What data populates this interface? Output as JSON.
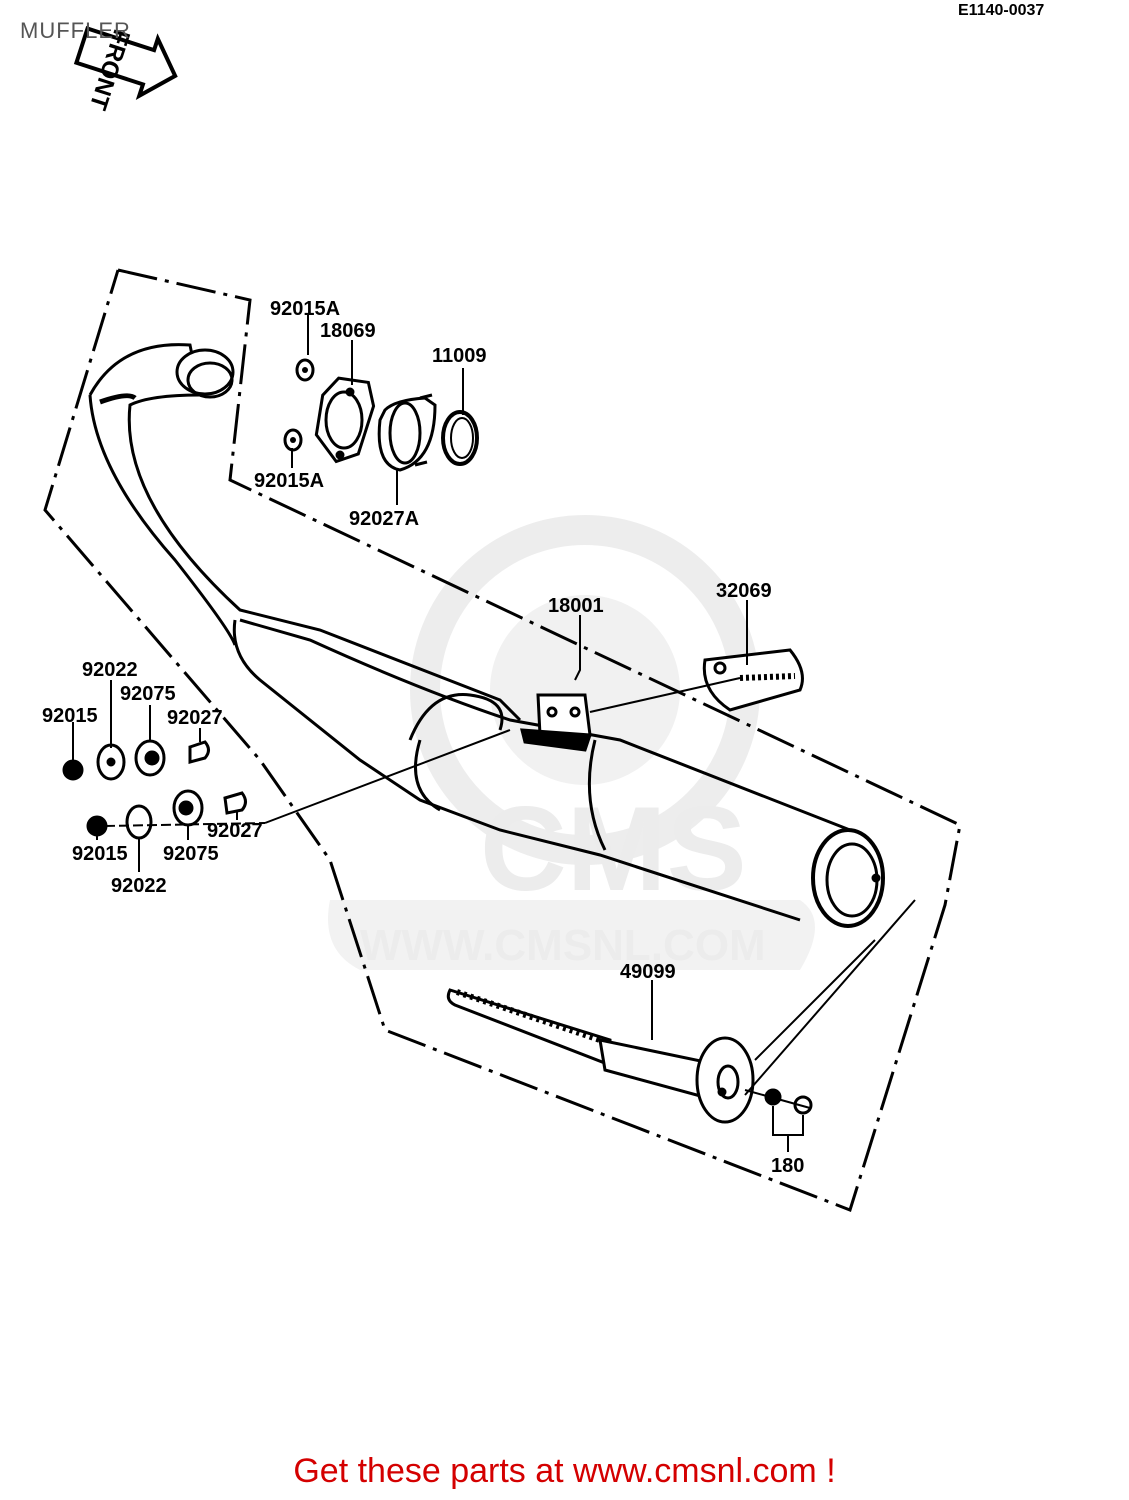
{
  "header": {
    "title": "MUFFLER",
    "ref_code": "E1140-0037",
    "front_arrow_label": "FRONT"
  },
  "watermark": {
    "logo_text": "CMS",
    "url": "WWW.CMSNL.COM"
  },
  "parts": {
    "p18001": "18001",
    "p32069": "32069",
    "p92015A_top": "92015A",
    "p18069": "18069",
    "p11009": "11009",
    "p92015A_bottom": "92015A",
    "p92027A": "92027A",
    "p92022_top": "92022",
    "p92075_top": "92075",
    "p92015_top": "92015",
    "p92027_top": "92027",
    "p92015_bottom": "92015",
    "p92075_bottom": "92075",
    "p92027_bottom": "92027",
    "p92022_bottom": "92022",
    "p49099": "49099",
    "p180": "180"
  },
  "footer": {
    "link_text": "Get these parts at www.cmsnl.com !"
  }
}
